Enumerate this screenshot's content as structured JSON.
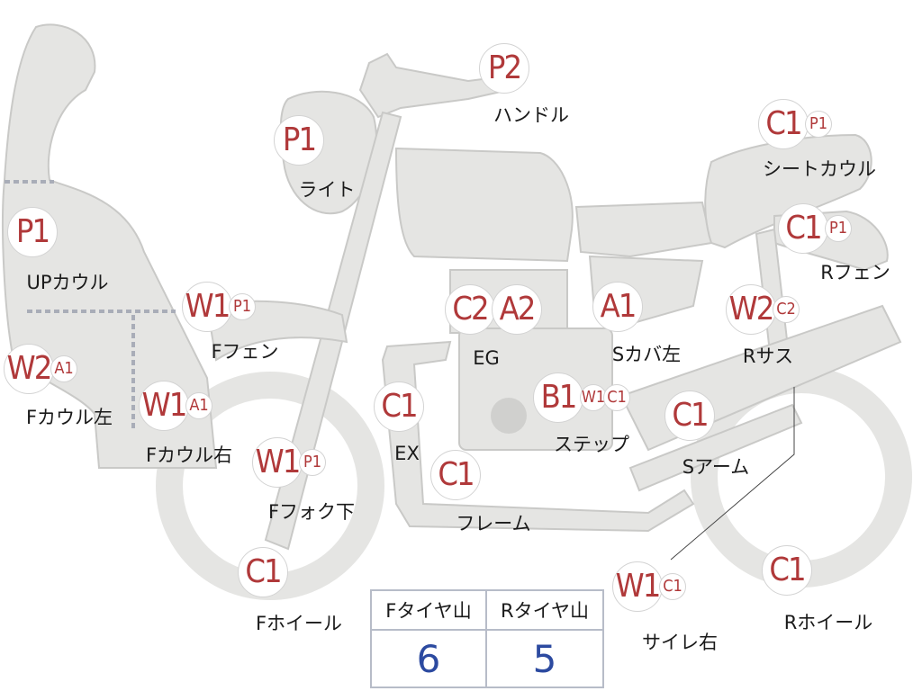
{
  "colors": {
    "body": "#e5e5e3",
    "outline": "#c9c9c7",
    "marker_text": "#b0393a",
    "value_text": "#2c4aa0",
    "dotted": "#a9adb8"
  },
  "parts": [
    {
      "id": "handle",
      "label": "ハンドル",
      "codes": [
        "P2"
      ]
    },
    {
      "id": "light",
      "label": "ライト",
      "codes": [
        "P1"
      ]
    },
    {
      "id": "seatcowl",
      "label": "シートカウル",
      "codes": [
        "C1",
        "P1"
      ]
    },
    {
      "id": "upcowl",
      "label": "UPカウル",
      "codes": [
        "P1"
      ]
    },
    {
      "id": "rfender",
      "label": "Rフェン",
      "codes": [
        "C1",
        "P1"
      ]
    },
    {
      "id": "ffender",
      "label": "Fフェン",
      "codes": [
        "W1",
        "P1"
      ]
    },
    {
      "id": "eg",
      "label": "EG",
      "codes": [
        "C2",
        "A2"
      ]
    },
    {
      "id": "scover",
      "label": "Sカバ左",
      "codes": [
        "A1"
      ]
    },
    {
      "id": "rsus",
      "label": "Rサス",
      "codes": [
        "W2",
        "C2"
      ]
    },
    {
      "id": "fcowll",
      "label": "Fカウル左",
      "codes": [
        "W2",
        "A1"
      ]
    },
    {
      "id": "fcowlr",
      "label": "Fカウル右",
      "codes": [
        "W1",
        "A1"
      ]
    },
    {
      "id": "ex",
      "label": "EX",
      "codes": [
        "C1"
      ]
    },
    {
      "id": "step",
      "label": "ステップ",
      "codes": [
        "B1",
        "W1",
        "C1"
      ]
    },
    {
      "id": "sarm",
      "label": "Sアーム",
      "codes": [
        "C1"
      ]
    },
    {
      "id": "ffork",
      "label": "Fフォク下",
      "codes": [
        "W1",
        "P1"
      ]
    },
    {
      "id": "frame",
      "label": "フレーム",
      "codes": [
        "C1"
      ]
    },
    {
      "id": "fwheel",
      "label": "Fホイール",
      "codes": [
        "C1"
      ]
    },
    {
      "id": "silencer",
      "label": "サイレ右",
      "codes": [
        "W1",
        "C1"
      ]
    },
    {
      "id": "rwheel",
      "label": "Rホイール",
      "codes": [
        "C1"
      ]
    }
  ],
  "tire_table": {
    "front_header": "Fタイヤ山",
    "rear_header": "Rタイヤ山",
    "front_value": "6",
    "rear_value": "5"
  }
}
